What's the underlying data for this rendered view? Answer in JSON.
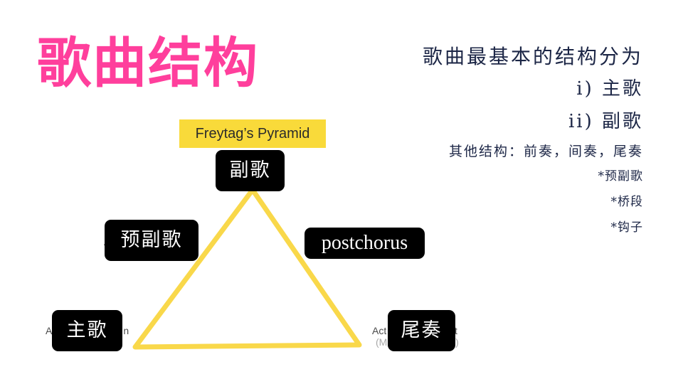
{
  "title": "歌曲结构",
  "notes": {
    "line1": "歌曲最基本的结构分为",
    "line2": "i) 主歌",
    "line3": "ii) 副歌",
    "line4": "其他结构：前奏，间奏，尾奏",
    "line5": "*预副歌",
    "line6": "*桥段",
    "line7": "*钩子"
  },
  "diagram": {
    "banner": "Freytag’s Pyramid",
    "triangle_color": "#f9d84a",
    "accent_pink": "#ff3f9c",
    "label_color": "#000000",
    "labels": {
      "apex": "副歌",
      "rising": "预副歌",
      "falling": "postchorus",
      "left_base": "主歌",
      "right_base": "尾奏"
    },
    "faint_text": {
      "left_a": "A",
      "left_b": "n",
      "right_a": "Act",
      "right_b": "nt",
      "right_sub_a": "(M",
      "right_sub_b": "e)",
      "rising_fragment": "A"
    }
  }
}
